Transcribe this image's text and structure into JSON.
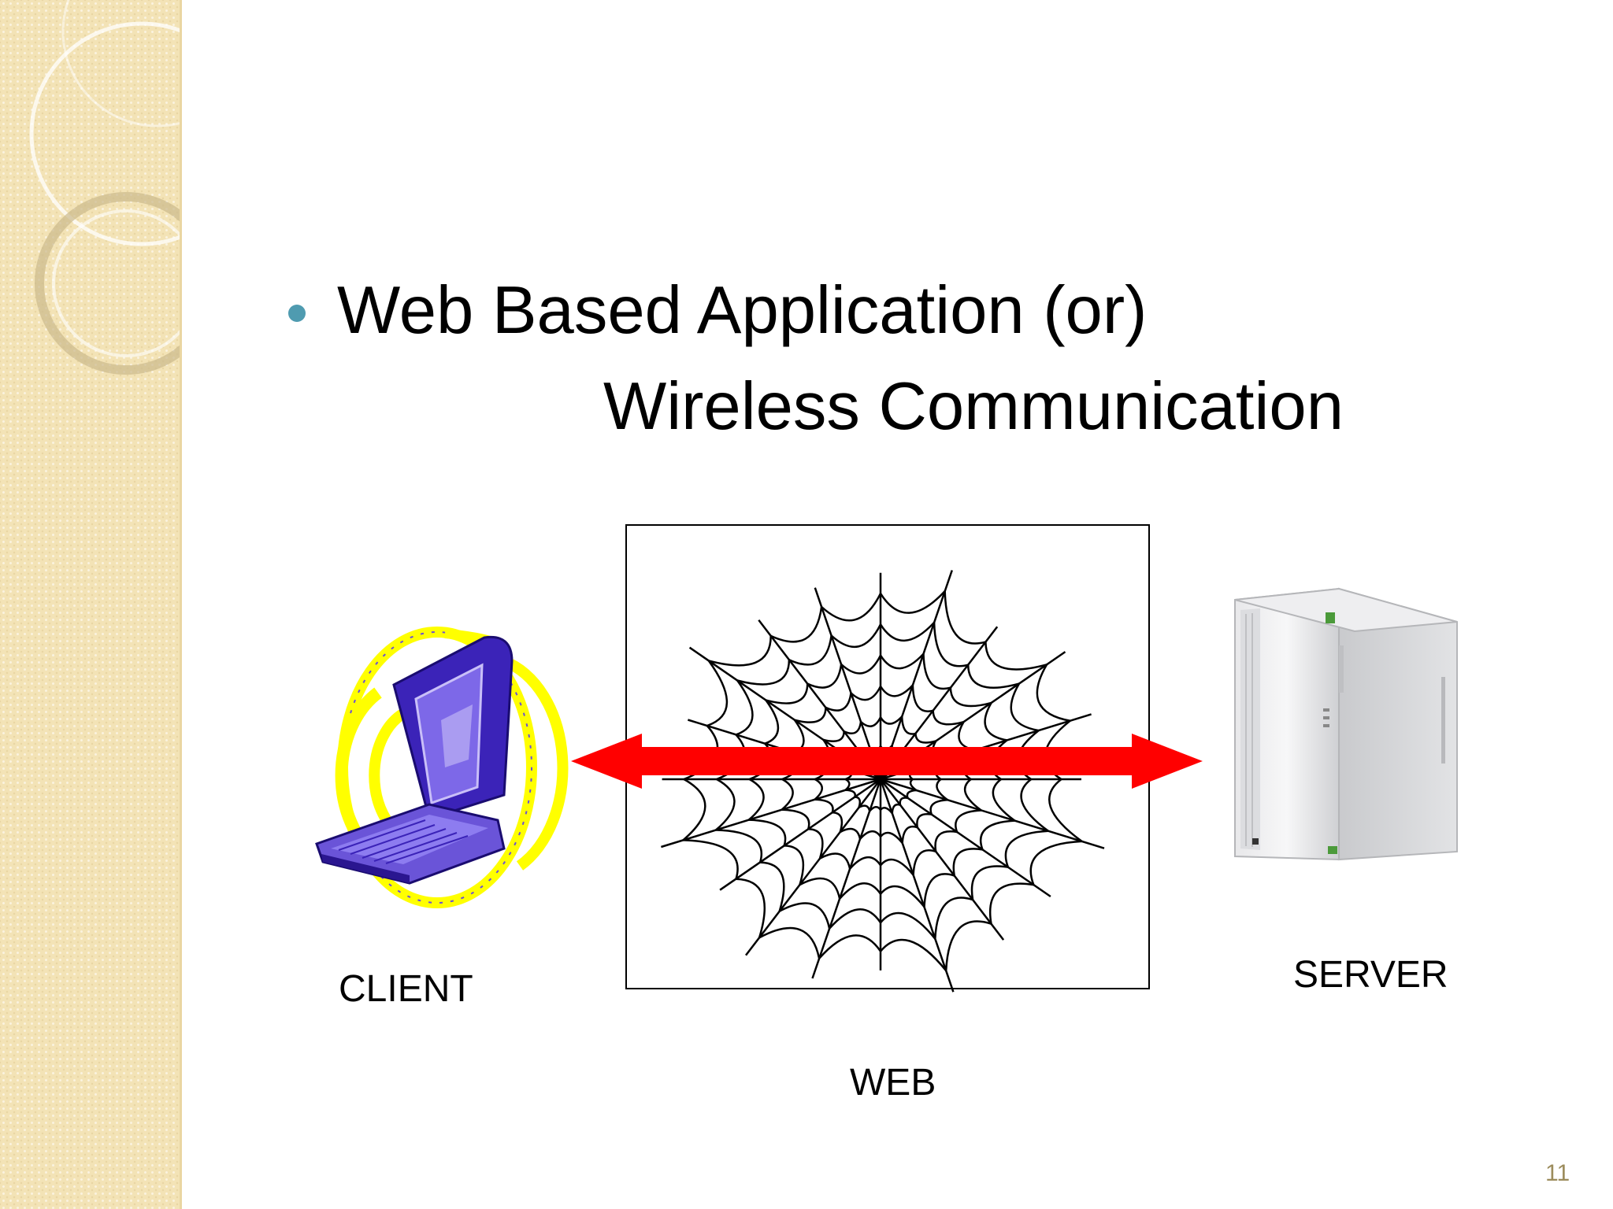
{
  "slide": {
    "bullet_line_1": "Web Based Application (or)",
    "bullet_line_2": "Wireless Communication",
    "page_number": "11"
  },
  "diagram": {
    "client_label": "CLIENT",
    "server_label": "SERVER",
    "web_label": "WEB",
    "client_icon": "laptop-computer-icon",
    "web_icon": "spider-web-icon",
    "server_icon": "tower-server-icon",
    "arrow_color": "#ff0000"
  },
  "theme": {
    "accent": "#4f9bb0",
    "panel_color": "#f3e3b6"
  }
}
